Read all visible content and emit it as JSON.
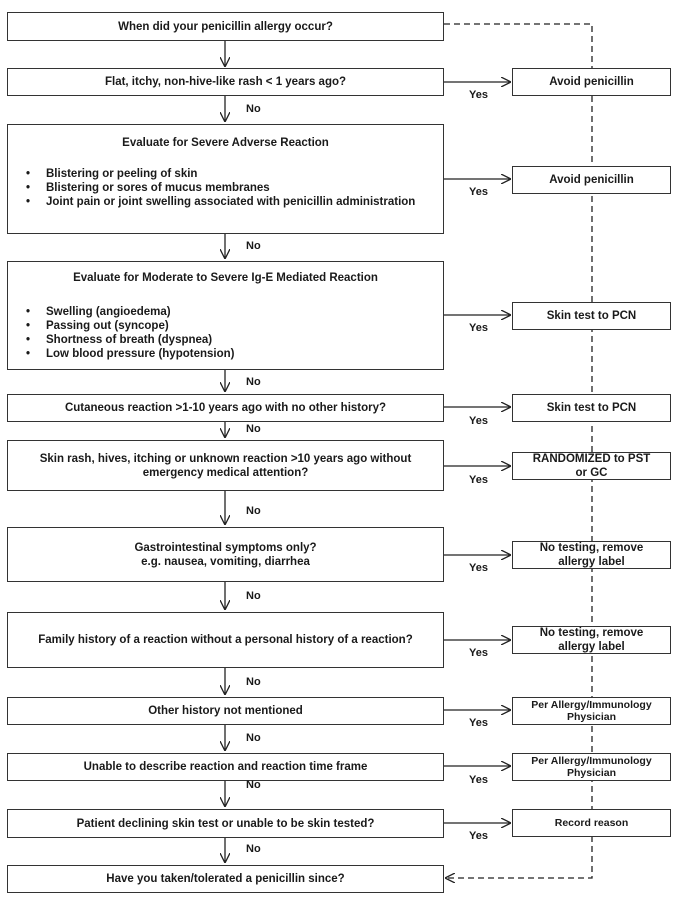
{
  "questions": [
    "When did your penicillin allergy occur?",
    "Flat, itchy, non-hive-like rash < 1 years ago?",
    "Cutaneous reaction >1-10  years ago with no other history?",
    "Skin rash, hives, itching or unknown reaction >10 years ago without emergency medical attention?",
    "Gastrointestinal symptoms only?\ne.g. nausea, vomiting, diarrhea",
    "Family history of a reaction without a personal history of a reaction?",
    "Other history not mentioned",
    "Unable to describe reaction and reaction time frame",
    "Patient declining skin test or unable to be skin tested?",
    "Have you taken/tolerated a penicillin since?"
  ],
  "evaluations": [
    {
      "title": "Evaluate for Severe Adverse Reaction",
      "items": [
        "Blistering or peeling of skin",
        "Blistering or sores of mucus membranes",
        "Joint pain or joint swelling associated with penicillin administration"
      ]
    },
    {
      "title": "Evaluate for Moderate to Severe Ig-E Mediated Reaction",
      "items": [
        "Swelling (angioedema)",
        "Passing out (syncope)",
        "Shortness of breath (dyspnea)",
        "Low blood pressure (hypotension)"
      ]
    }
  ],
  "outcomes": [
    "Avoid penicillin",
    "Avoid penicillin",
    "Skin test to PCN",
    "Skin test to PCN",
    "RANDOMIZED to PST\nor GC",
    "No testing, remove\nallergy label",
    "No testing, remove\nallergy label",
    "Per Allergy/Immunology\nPhysician",
    "Per Allergy/Immunology\nPhysician",
    "Record reason"
  ],
  "labels": {
    "yes": "Yes",
    "no": "No"
  }
}
